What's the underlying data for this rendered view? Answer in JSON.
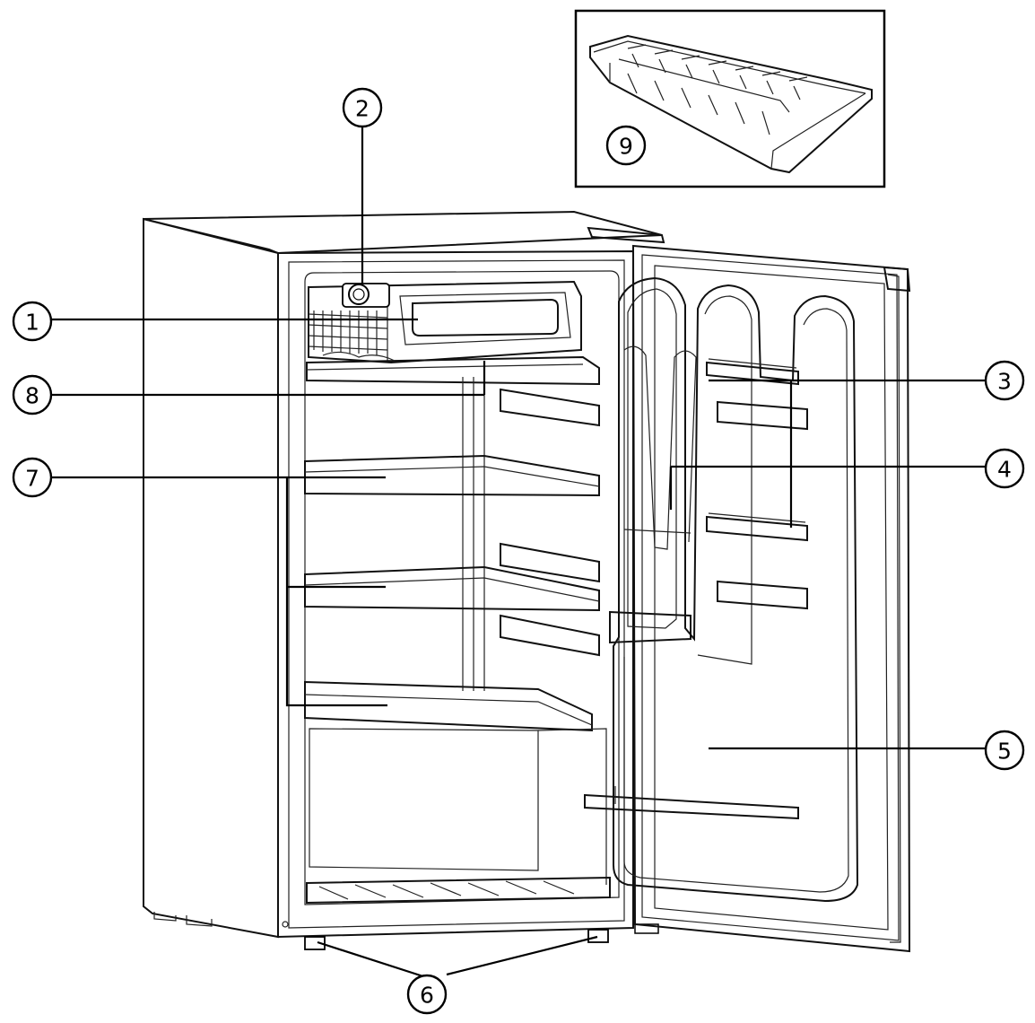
{
  "figure": {
    "subject": "compact-refrigerator-parts",
    "callouts": [
      {
        "id": "c1",
        "label": "1"
      },
      {
        "id": "c2",
        "label": "2"
      },
      {
        "id": "c3",
        "label": "3"
      },
      {
        "id": "c4",
        "label": "4"
      },
      {
        "id": "c5",
        "label": "5"
      },
      {
        "id": "c6",
        "label": "6"
      },
      {
        "id": "c7",
        "label": "7"
      },
      {
        "id": "c8",
        "label": "8"
      },
      {
        "id": "c9",
        "label": "9"
      }
    ]
  },
  "colors": {
    "stroke": "#000000",
    "background": "#ffffff"
  }
}
